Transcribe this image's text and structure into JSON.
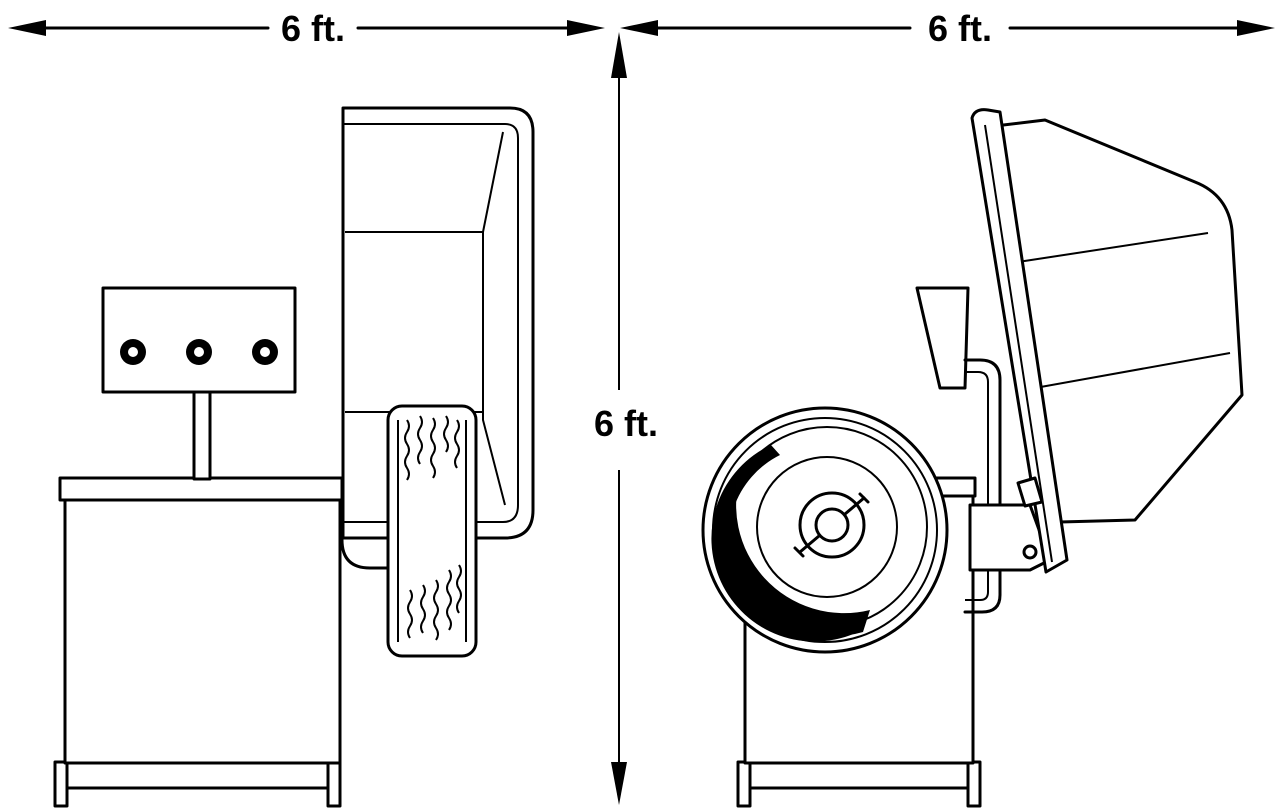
{
  "dimensions": {
    "left_width_label": "6 ft.",
    "right_width_label": "6 ft.",
    "height_label": "6 ft."
  }
}
